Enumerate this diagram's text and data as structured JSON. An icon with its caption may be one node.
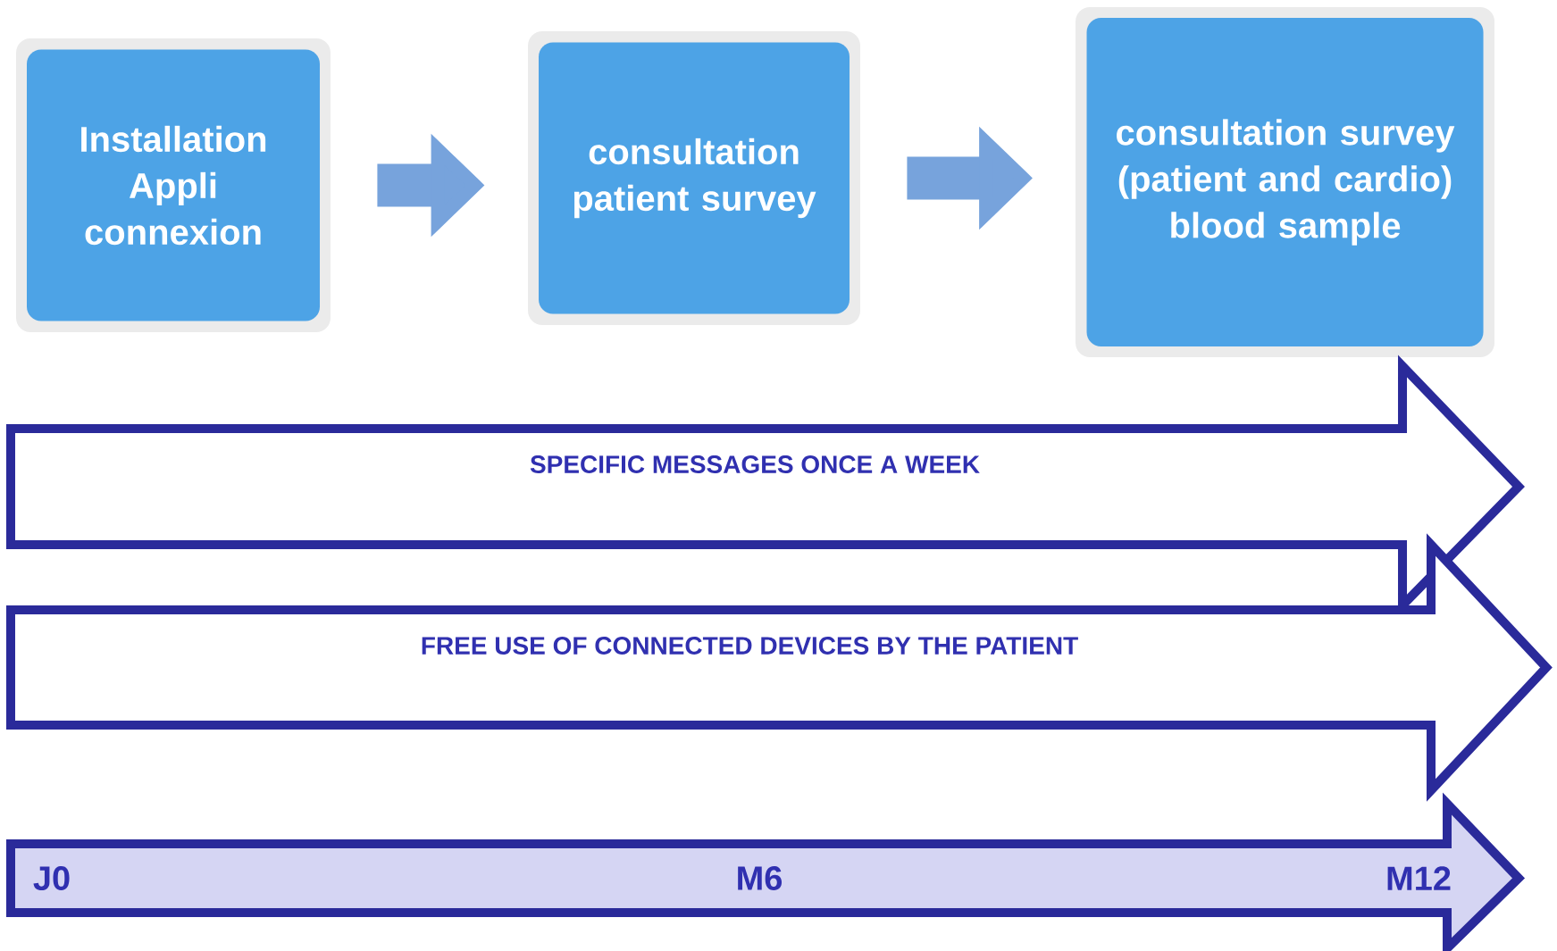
{
  "diagram": {
    "nodes": [
      {
        "text": [
          "Installation Appli connexion"
        ]
      },
      {
        "text": [
          "consultation patient survey"
        ]
      },
      {
        "text": [
          "consultation survey (patient and cardio) blood sample"
        ]
      },
      {
        "text": [
          "SPECIFIC MESSAGES ONCE A WEEK"
        ]
      },
      {
        "text": [
          "FREE USE OF CONNECTED DEVICES BY THE PATIENT"
        ]
      },
      {
        "text": [
          "J0",
          "M6",
          "M12"
        ]
      }
    ],
    "edges": [
      {
        "from": 0,
        "to": 1,
        "arrow": "to"
      },
      {
        "from": 1,
        "to": 2,
        "arrow": "to"
      }
    ]
  }
}
